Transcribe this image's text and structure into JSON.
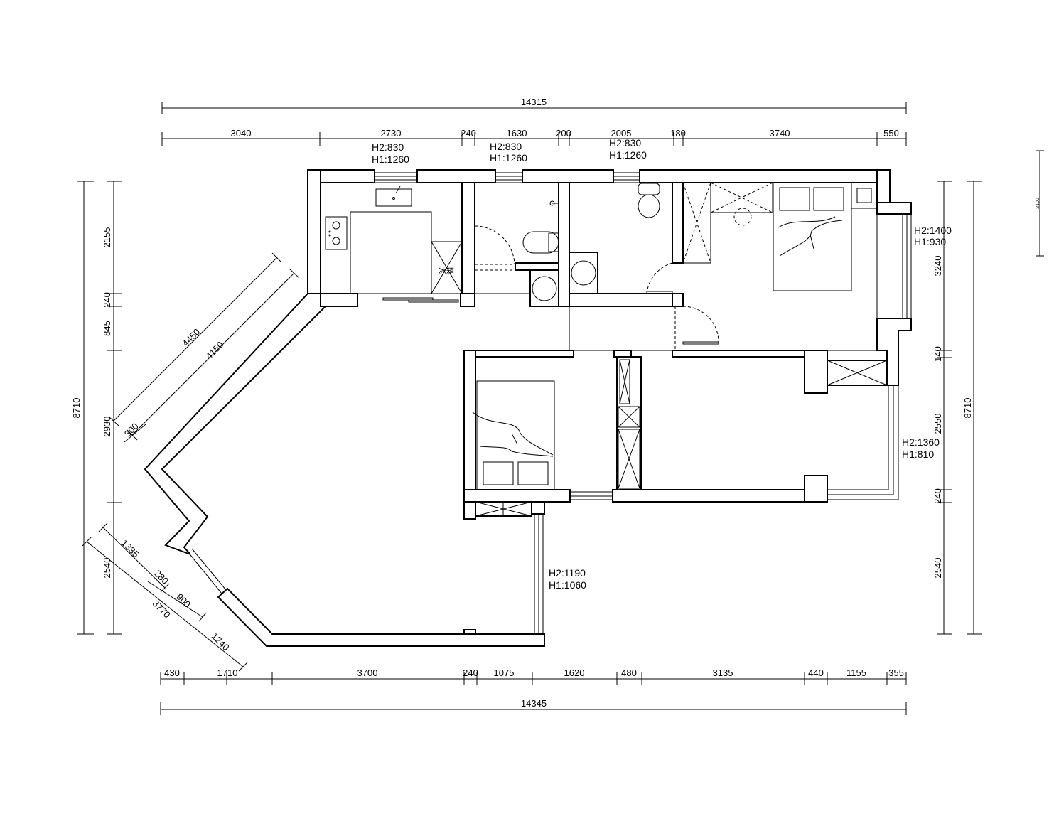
{
  "plan": {
    "dims_top_overall": "14315",
    "dims_top": [
      "3040",
      "2730",
      "240",
      "1630",
      "200",
      "2005",
      "180",
      "3740",
      "550"
    ],
    "dims_bottom_overall": "14345",
    "dims_bottom": [
      "430",
      "1710",
      "3700",
      "240",
      "1075",
      "1620",
      "480",
      "3135",
      "440",
      "1155",
      "355"
    ],
    "dims_left_overall": "8710",
    "dims_left": [
      "2155",
      "240",
      "845",
      "2930",
      "2540"
    ],
    "dims_right_overall": "8710",
    "dims_right": [
      "3240",
      "140",
      "2550",
      "240",
      "2540"
    ],
    "dims_diagonal_upper": [
      "4450",
      "4150",
      "300"
    ],
    "dims_diagonal_lower": [
      "1335",
      "280",
      "900",
      "3770",
      "1240"
    ],
    "dim_far_right": "2100",
    "windows": [
      {
        "h2": "H2:830",
        "h1": "H1:1260"
      },
      {
        "h2": "H2:830",
        "h1": "H1:1260"
      },
      {
        "h2": "H2:830",
        "h1": "H1:1260"
      },
      {
        "h2": "H2:1400",
        "h1": "H1:930"
      },
      {
        "h2": "H2:1360",
        "h1": "H1:810"
      },
      {
        "h2": "H2:1190",
        "h1": "H1:1060"
      }
    ],
    "fridge_label": "冰箱"
  }
}
